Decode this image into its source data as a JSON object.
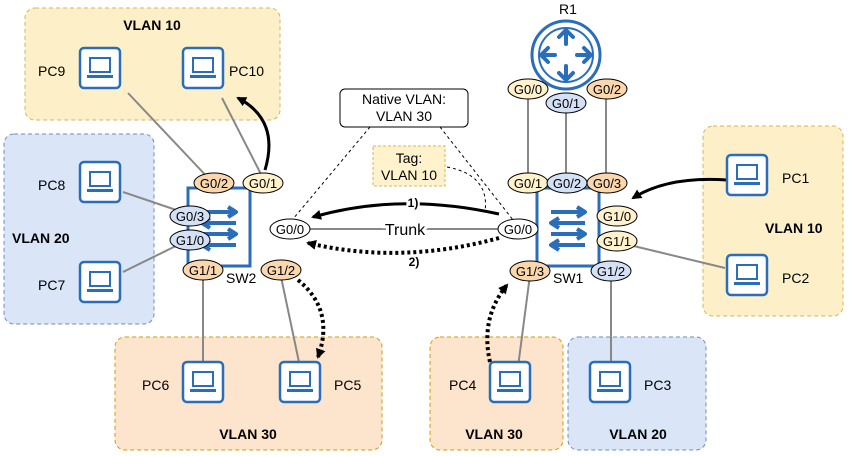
{
  "router": {
    "label": "R1",
    "ports": {
      "g00": "G0/0",
      "g01": "G0/1",
      "g02": "G0/2"
    }
  },
  "sw1": {
    "label": "SW1",
    "ports": {
      "g01": "G0/1",
      "g02": "G0/2",
      "g03": "G0/3",
      "g10": "G1/0",
      "g11": "G1/1",
      "g12": "G1/2",
      "g13": "G1/3",
      "g00": "G0/0"
    }
  },
  "sw2": {
    "label": "SW2",
    "ports": {
      "g02": "G0/2",
      "g01": "G0/1",
      "g03": "G0/3",
      "g10": "G1/0",
      "g11": "G1/1",
      "g12": "G1/2",
      "g00": "G0/0"
    }
  },
  "vlan_boxes": {
    "top_left": "VLAN 10",
    "left": "VLAN 20",
    "bottom_left": "VLAN 30",
    "bottom_mid": "VLAN 30",
    "bottom_right": "VLAN 20",
    "right": "VLAN 10"
  },
  "pcs": {
    "pc1": "PC1",
    "pc2": "PC2",
    "pc3": "PC3",
    "pc4": "PC4",
    "pc5": "PC5",
    "pc6": "PC6",
    "pc7": "PC7",
    "pc8": "PC8",
    "pc9": "PC9",
    "pc10": "PC10"
  },
  "trunk_label": "Trunk",
  "callouts": {
    "native_line1": "Native VLAN:",
    "native_line2": "VLAN 30",
    "tag_line1": "Tag:",
    "tag_line2": "VLAN 10"
  },
  "arrows": {
    "first": "1)",
    "second": "2)"
  },
  "colors": {
    "vlan10_fill": "#fdf0c8",
    "vlan10_stroke": "#d6b656",
    "vlan20_fill": "#dae6f8",
    "vlan20_stroke": "#6c8ebf",
    "vlan30_fill": "#fde4cc",
    "vlan30_stroke": "#d79b00",
    "device_blue": "#2a6ebb",
    "port_blue": "#d4e1f5",
    "port_orange": "#fad7ac",
    "port_yellow": "#fff2cc"
  }
}
